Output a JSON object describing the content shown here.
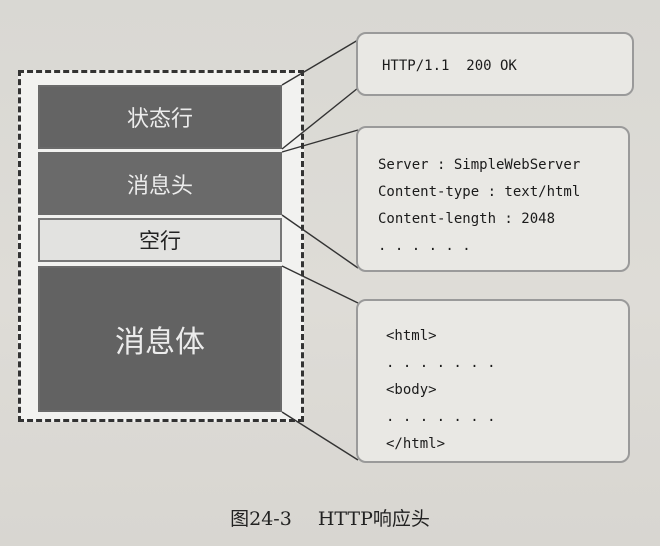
{
  "blocks": {
    "status_line": "状态行",
    "header": "消息头",
    "empty_line": "空行",
    "body": "消息体"
  },
  "callouts": {
    "status": [
      "HTTP/1.1  200 OK"
    ],
    "headers": [
      "Server : SimpleWebServer",
      "Content-type : text/html",
      "Content-length : 2048",
      ". . . . . ."
    ],
    "body": [
      "<html>",
      ". . . . . . .",
      "<body>",
      ". . . . . . .",
      "</html>"
    ]
  },
  "caption": {
    "number": "图24-3",
    "title": "HTTP响应头"
  }
}
